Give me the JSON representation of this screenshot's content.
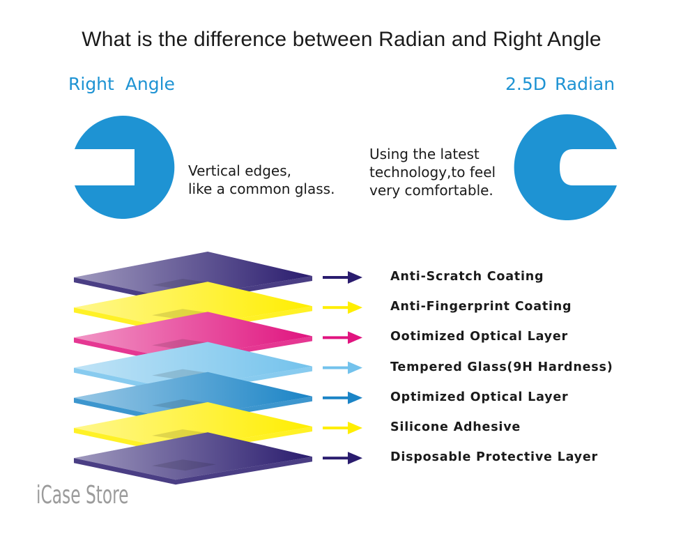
{
  "title": "What is the difference between Radian and Right Angle",
  "left": {
    "label": "Right   Angle",
    "description": [
      "Vertical edges,",
      "like a common glass."
    ]
  },
  "right": {
    "label": "2.5D  Radian",
    "description": [
      "Using the latest",
      "technology,to feel",
      "very comfortable."
    ]
  },
  "colors": {
    "accent_blue": "#1e93d3",
    "navy": "#2a1c6e",
    "yellow": "#ffee00",
    "magenta": "#e0147f",
    "light_blue": "#73c2ec",
    "blue": "#1b84c6"
  },
  "layers": [
    {
      "label": "Anti-Scratch Coating",
      "color": "#2a1c6e",
      "arrow_color": "#2a1c6e"
    },
    {
      "label": "Anti-Fingerprint Coating",
      "color": "#ffee00",
      "arrow_color": "#ffee00"
    },
    {
      "label": "Ootimized Optical Layer",
      "color": "#e0147f",
      "arrow_color": "#e0147f"
    },
    {
      "label": "Tempered Glass(9H Hardness)",
      "color": "#73c2ec",
      "arrow_color": "#73c2ec"
    },
    {
      "label": "Optimized Optical Layer",
      "color": "#1b84c6",
      "arrow_color": "#1b84c6"
    },
    {
      "label": "Silicone Adhesive",
      "color": "#ffee00",
      "arrow_color": "#ffee00"
    },
    {
      "label": "Disposable Protective Layer",
      "color": "#2a1c6e",
      "arrow_color": "#2a1c6e"
    }
  ],
  "watermark": "iCase Store"
}
